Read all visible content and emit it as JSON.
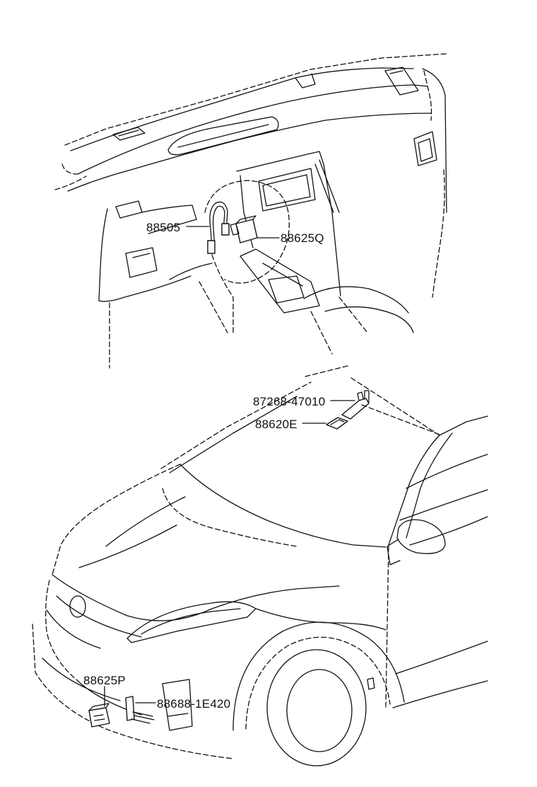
{
  "callouts": [
    {
      "label": "88505"
    },
    {
      "label": "88625Q"
    },
    {
      "label": "87268-47010"
    },
    {
      "label": "88620E"
    },
    {
      "label": "88625P"
    },
    {
      "label": "88688-1E420"
    }
  ]
}
